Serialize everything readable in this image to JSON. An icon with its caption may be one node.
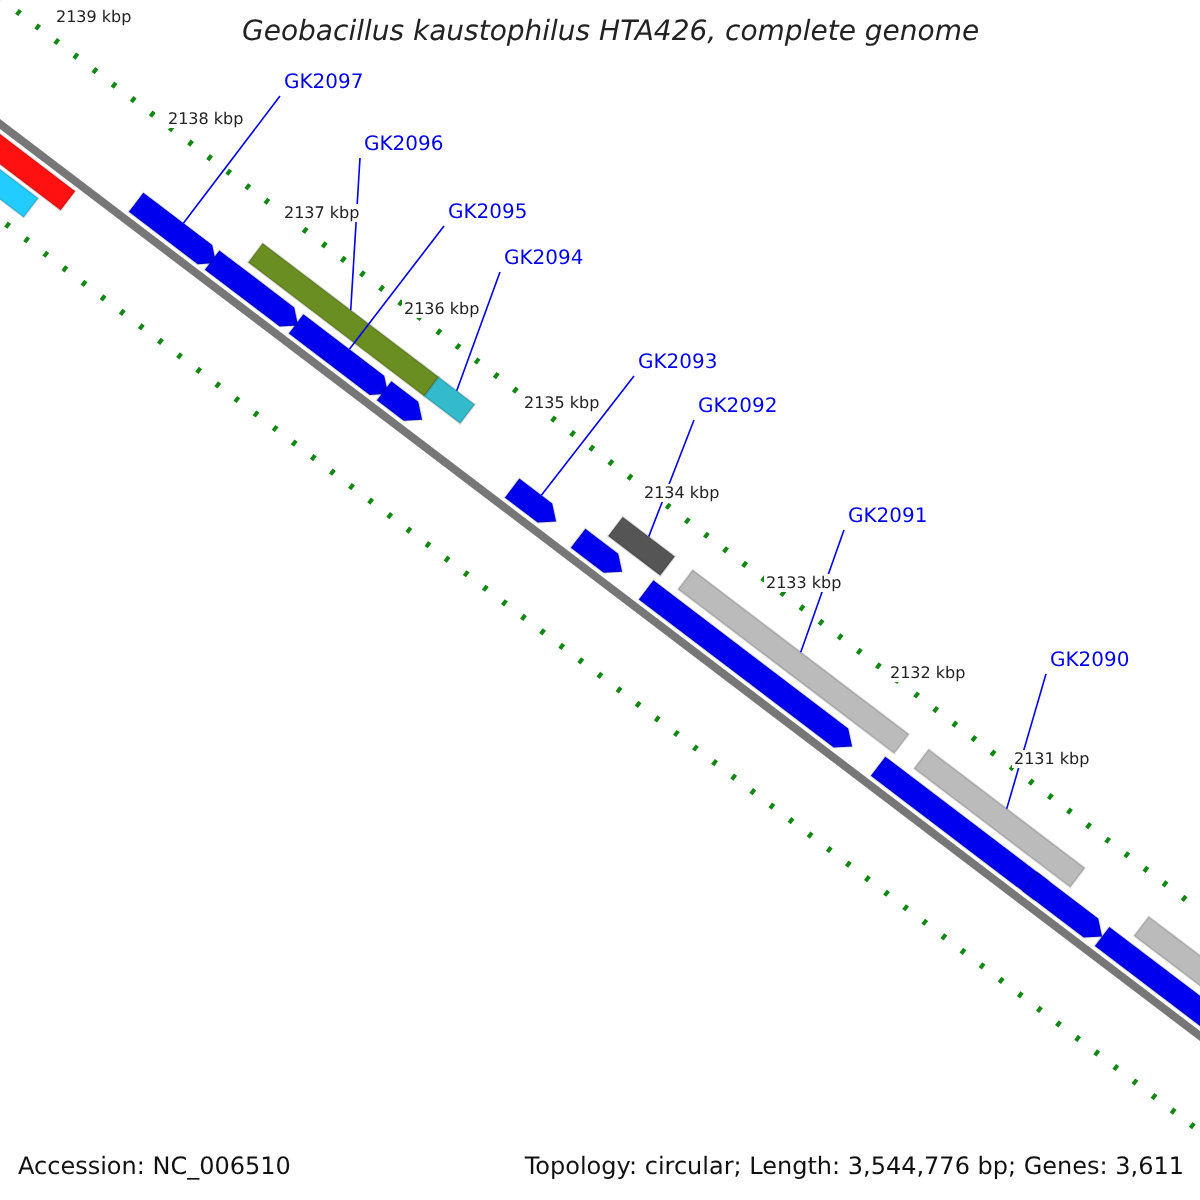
{
  "diagram": {
    "title": "Geobacillus kaustophilus HTA426, complete genome",
    "nodes": [
      {
        "text": [
          "GK2097"
        ]
      },
      {
        "text": [
          "GK2096"
        ]
      },
      {
        "text": [
          "GK2095"
        ]
      },
      {
        "text": [
          "GK2094"
        ]
      },
      {
        "text": [
          "GK2093"
        ]
      },
      {
        "text": [
          "GK2092"
        ]
      },
      {
        "text": [
          "GK2091"
        ]
      },
      {
        "text": [
          "GK2090"
        ]
      },
      {
        "text": [],
        "shape": "bar"
      },
      {
        "text": [],
        "shape": "bar"
      },
      {
        "text": [],
        "shape": "arrow"
      },
      {
        "text": [],
        "shape": "arrow"
      },
      {
        "text": [],
        "shape": "bar"
      },
      {
        "text": [],
        "shape": "arrow"
      },
      {
        "text": [],
        "shape": "arrow"
      },
      {
        "text": [],
        "shape": "bar"
      },
      {
        "text": [],
        "shape": "arrow"
      },
      {
        "text": [],
        "shape": "arrow"
      },
      {
        "text": [],
        "shape": "bar"
      },
      {
        "text": [],
        "shape": "arrow"
      },
      {
        "text": [],
        "shape": "bar"
      },
      {
        "text": [],
        "shape": "arrow"
      },
      {
        "text": [],
        "shape": "bar"
      },
      {
        "text": [],
        "shape": "arrow"
      },
      {
        "text": [],
        "shape": "arrow"
      },
      {
        "text": [],
        "shape": "bar"
      }
    ],
    "edges": [
      {
        "from": 0,
        "to": 10,
        "arrow": "none"
      },
      {
        "from": 1,
        "to": 12,
        "arrow": "none"
      },
      {
        "from": 2,
        "to": 13,
        "arrow": "none"
      },
      {
        "from": 3,
        "to": 15,
        "arrow": "none"
      },
      {
        "from": 4,
        "to": 16,
        "arrow": "none"
      },
      {
        "from": 5,
        "to": 18,
        "arrow": "none"
      },
      {
        "from": 6,
        "to": 20,
        "arrow": "none"
      },
      {
        "from": 7,
        "to": 22,
        "arrow": "none"
      }
    ],
    "labels": [
      "2139 kbp",
      "2138 kbp",
      "2137 kbp",
      "2136 kbp",
      "2135 kbp",
      "2134 kbp",
      "2133 kbp",
      "2132 kbp",
      "2131 kbp",
      "Accession: NC_006510",
      "Topology: circular; Length: 3,544,776 bp; Genes: 3,611"
    ]
  }
}
